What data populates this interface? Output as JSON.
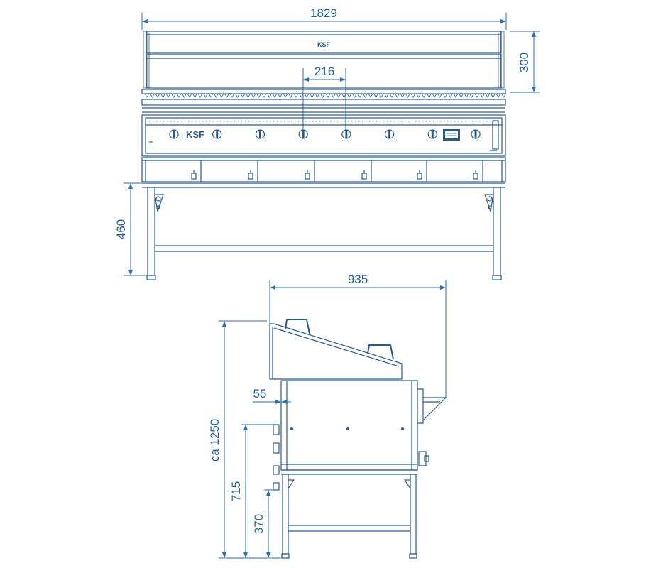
{
  "brand": {
    "logo_top": "KSF",
    "logo_panel": "KSF"
  },
  "front_view": {
    "dim_width": "1829",
    "dim_grate_spacing": "216",
    "dim_upper_height": "300",
    "dim_leg_height": "460",
    "knob_count": 8,
    "drawer_count": 6
  },
  "side_view": {
    "dim_depth": "935",
    "dim_front_overhang": "55",
    "dim_total_height": "ca 1250",
    "dim_work_height": "715",
    "dim_shelf_height": "370"
  },
  "colors": {
    "line": "#2a5a8c",
    "dimension": "#1f5f9e",
    "background": "#ffffff"
  }
}
